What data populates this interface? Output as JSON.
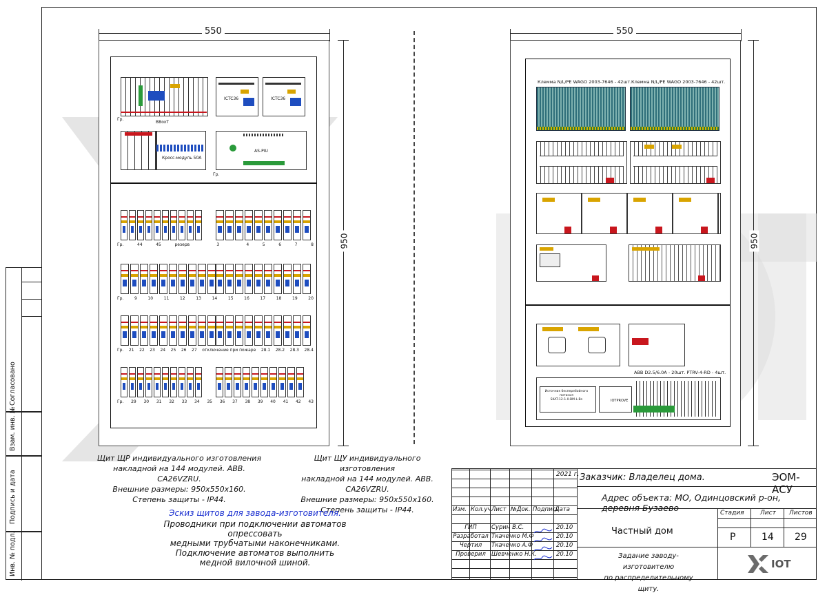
{
  "left_strip": {
    "labels": [
      "Согласовано",
      "Взам. инв. №",
      "Подпись и дата",
      "Инв. № подл."
    ]
  },
  "watermark": {
    "logo_text": "IOT"
  },
  "panels": {
    "left": {
      "width_dim": "550",
      "height_dim": "950",
      "upper_labels": [
        "Гр.",
        "BBoxT",
        "ICTC36",
        "ICTC36",
        "Кросс-модуль 50А",
        "AS-PIU",
        "Гр."
      ],
      "row_labels": {
        "row1": [
          "Гр.",
          "44",
          "45",
          "резерв",
          "",
          "3",
          "",
          "4",
          "5",
          "6",
          "7",
          "8"
        ],
        "row2": [
          "Гр.",
          "9",
          "10",
          "11",
          "12",
          "13",
          "14",
          "15",
          "16",
          "17",
          "18",
          "19",
          "20"
        ],
        "row3": [
          "Гр.",
          "21",
          "22",
          "23",
          "24",
          "25",
          "26",
          "27",
          "отключение при пожаре",
          "28.1",
          "28.2",
          "28.3",
          "28.4"
        ],
        "row4": [
          "Гр.",
          "29",
          "30",
          "31",
          "32",
          "33",
          "34",
          "35",
          "36",
          "37",
          "38",
          "39",
          "40",
          "41",
          "42",
          "43"
        ]
      },
      "caption": [
        "Щит ЩР индивидуального изготовления",
        "накладной на 144 модулей. ABB. CA26VZRU.",
        "Внешние размеры: 950x550x160.",
        "Степень защиты - IP44."
      ]
    },
    "right": {
      "width_dim": "550",
      "height_dim": "950",
      "terminal_labels": [
        "Клемма N/L/PE  WAGO 2003-7646 - 42шт.",
        "Клемма N/L/PE  WAGO 2003-7646 - 42шт."
      ],
      "bottom_label": "ABB D2.5/6.0A - 20шт. PTRV-4-RD - 4шт.",
      "psu_label": [
        "Источник бесперебойного питания",
        "SKAT-12-1.0-BM-L-Bn"
      ],
      "iot_label": "IOTPROVE",
      "caption": [
        "Щит ЩУ индивидуального изготовления",
        "накладной на 144 модулей. ABB. CA26VZRU.",
        "Внешние размеры: 950x550x160.",
        "Степень защиты - IP44."
      ]
    }
  },
  "notes": {
    "title": "Эскиз щитов для завода-изготовителя.",
    "lines": [
      "Проводники при подключении автоматов опрессовать",
      "медными трубчатыми наконечниками.",
      "Подключение автоматов выполнить",
      "медной вилочной шиной."
    ],
    "title_color": "#1a2fd0"
  },
  "title_block": {
    "year": "2021 г.",
    "customer": "Заказчик:  Владелец дома.",
    "code": "ЭОМ-АСУ",
    "address": "Адрес объекта: МО, Одинцовский р-он, деревня Бузаево",
    "headers": [
      "Изм.",
      "Кол.уч.",
      "Лист",
      "№Док.",
      "Подпись",
      "Дата"
    ],
    "staff": [
      {
        "role": "ГИП",
        "name": "Сурин В.С.",
        "date": "20.10"
      },
      {
        "role": "Разработал",
        "name": "Ткаченко М.Ф",
        "date": "20.10"
      },
      {
        "role": "Чертил",
        "name": "Ткаченко А.Ф",
        "date": "20.10"
      },
      {
        "role": "Проверил",
        "name": "Шевченко Н.К.",
        "date": "20.10"
      }
    ],
    "object_name": "Частный дом",
    "stage_header": "Стадия",
    "sheet_header": "Лист",
    "sheets_header": "Листов",
    "stage": "Р",
    "sheet": "14",
    "sheets": "29",
    "task": [
      "Задание заводу-изготовителю",
      "по распределительному щиту."
    ],
    "logo": "IOT"
  }
}
